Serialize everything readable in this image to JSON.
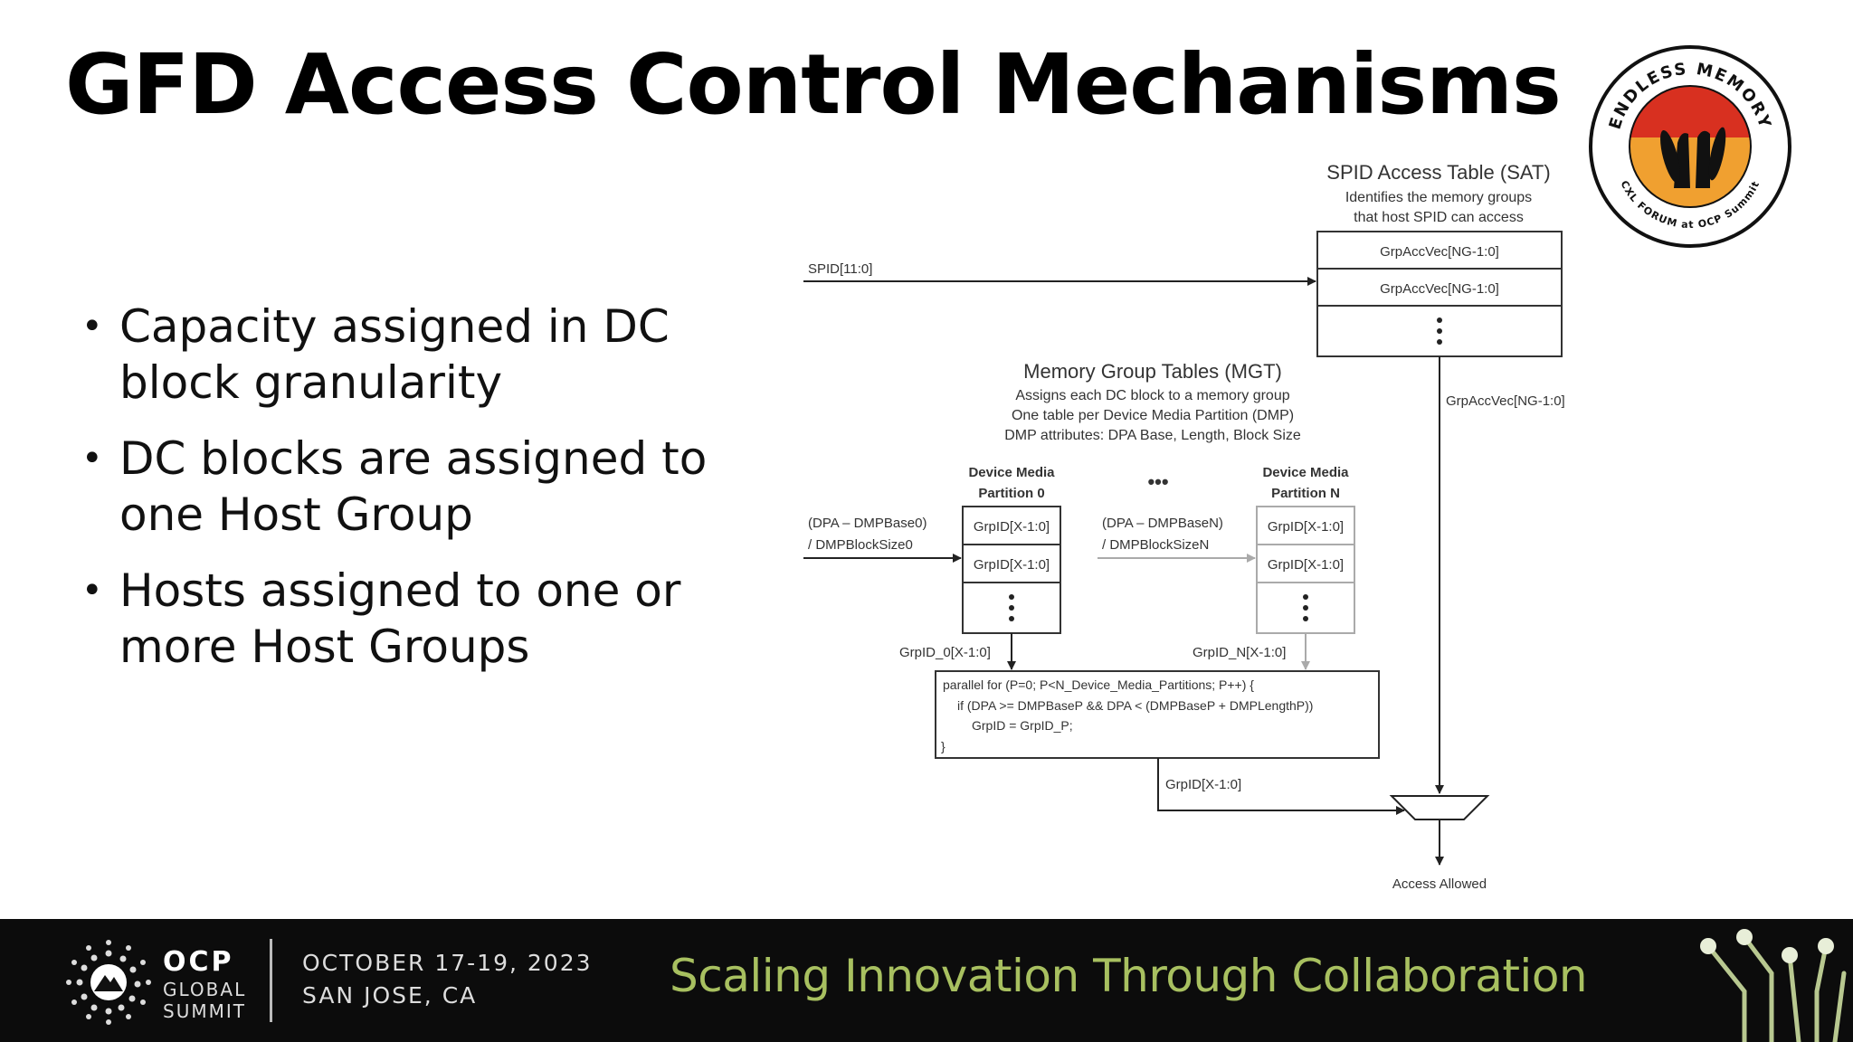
{
  "slide": {
    "title": "GFD Access Control Mechanisms",
    "bullets": [
      "Capacity assigned in DC block granularity",
      "DC blocks are assigned to one Host Group",
      "Hosts assigned to one or more Host Groups"
    ]
  },
  "diagram": {
    "sat_title": "SPID Access Table (SAT)",
    "sat_desc_1": "Identifies the memory groups",
    "sat_desc_2": "that host SPID can access",
    "sat_rows": [
      "GrpAccVec[NG-1:0]",
      "GrpAccVec[NG-1:0]"
    ],
    "spid_label": "SPID[11:0]",
    "sat_out_label": "GrpAccVec[NG-1:0]",
    "mgt_title": "Memory Group Tables (MGT)",
    "mgt_desc_1": "Assigns each DC block to a memory group",
    "mgt_desc_2": "One table per Device Media Partition (DMP)",
    "mgt_desc_3": "DMP attributes: DPA Base, Length, Block Size",
    "dmp0_title_1": "Device Media",
    "dmp0_title_2": "Partition 0",
    "dmpn_title_1": "Device Media",
    "dmpn_title_2": "Partition N",
    "ellipsis": "•••",
    "dmp_rows": [
      "GrpID[X-1:0]",
      "GrpID[X-1:0]"
    ],
    "dpa0_label_1": "(DPA – DMPBase0)",
    "dpa0_label_2": "/ DMPBlockSize0",
    "dpan_label_1": "(DPA – DMPBaseN)",
    "dpan_label_2": "/ DMPBlockSizeN",
    "grp0_out": "GrpID_0[X-1:0]",
    "grpn_out": "GrpID_N[X-1:0]",
    "code_1": "parallel for (P=0; P<N_Device_Media_Partitions; P++) {",
    "code_2": "if (DPA >= DMPBaseP && DPA < (DMPBaseP + DMPLengthP))",
    "code_3": "GrpID = GrpID_P;",
    "code_4": "}",
    "grpid_label": "GrpID[X-1:0]",
    "access_label": "Access Allowed"
  },
  "badge": {
    "top_text": "ENDLESS MEMORY",
    "bottom_text": "CXL FORUM at OCP Summit"
  },
  "footer": {
    "org_name": "OCP",
    "org_sub_1": "GLOBAL",
    "org_sub_2": "SUMMIT",
    "date": "OCTOBER 17-19, 2023",
    "location": "SAN JOSE, CA",
    "tagline": "Scaling Innovation Through Collaboration"
  },
  "colors": {
    "footer_bg": "#0c0c0c",
    "tagline": "#a8c060",
    "badge_orange": "#f0a030",
    "badge_red": "#d83020"
  }
}
